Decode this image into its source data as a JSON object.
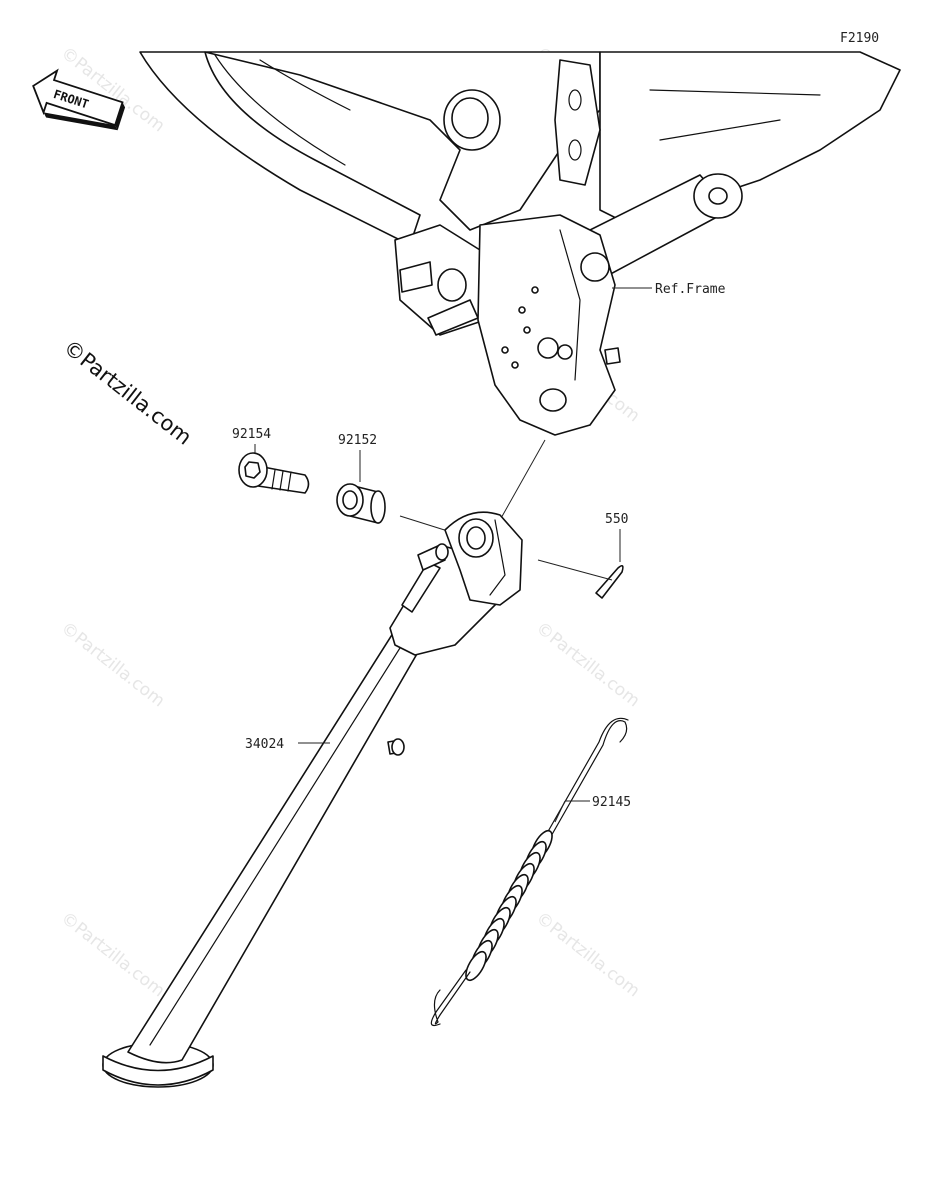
{
  "diagram": {
    "code": "F2190",
    "front_label": "FRONT",
    "copyright": "©Partzilla.com",
    "watermark": "©Partzilla.com",
    "parts": [
      {
        "id": "ref-frame",
        "label": "Ref.Frame"
      },
      {
        "id": "bolt",
        "label": "92154"
      },
      {
        "id": "collar",
        "label": "92152"
      },
      {
        "id": "pin",
        "label": "550"
      },
      {
        "id": "stand",
        "label": "34024"
      },
      {
        "id": "spring",
        "label": "92145"
      }
    ]
  }
}
